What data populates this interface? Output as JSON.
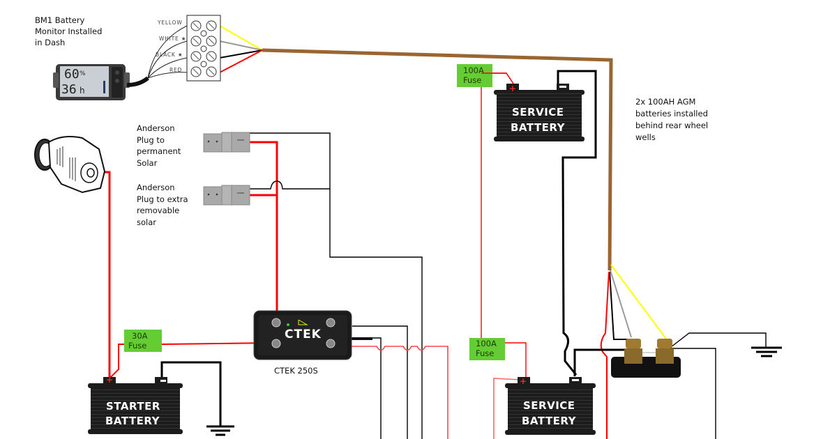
{
  "diagram": {
    "title": "Dual battery wiring diagram",
    "labels": {
      "bm1": [
        "BM1 Battery",
        "Monitor Installed",
        "in Dash"
      ],
      "anderson_permanent": [
        "Anderson",
        "Plug to",
        "permanent",
        "Solar"
      ],
      "anderson_removable": [
        "Anderson",
        "Plug to extra",
        "removable",
        "solar"
      ],
      "agm_note": [
        "2x 100AH AGM",
        "batteries installed",
        "behind rear wheel",
        "wells"
      ],
      "ctek_caption": "CTEK 250S"
    },
    "terminal_block_wires": [
      "YELLOW",
      "WHITE ★",
      "BLACK ★",
      "RED"
    ],
    "monitor_display": {
      "percent": "60",
      "percent_unit": "%",
      "hours": "36",
      "hours_unit": "h"
    },
    "ctek_brand": "CTEK",
    "fuses": [
      {
        "id": "fuse-30a",
        "line1": "30A",
        "line2": "Fuse"
      },
      {
        "id": "fuse-100a-top",
        "line1": "100A",
        "line2": "Fuse"
      },
      {
        "id": "fuse-100a-bottom",
        "line1": "100A",
        "line2": "Fuse"
      }
    ],
    "batteries": [
      {
        "id": "starter",
        "line1": "STARTER",
        "line2": "BATTERY"
      },
      {
        "id": "service-top",
        "line1": "SERVICE",
        "line2": "BATTERY"
      },
      {
        "id": "service-bottom",
        "line1": "SERVICE",
        "line2": "BATTERY"
      }
    ],
    "colors": {
      "positive_wire": "#ff0000",
      "negative_wire": "#000000",
      "monitor_cable": "#9a6530",
      "yellow_wire": "#ffff00",
      "white_wire": "#999999",
      "fuse_fill": "#66cc33",
      "battery_body": "#1c1c1c"
    }
  }
}
